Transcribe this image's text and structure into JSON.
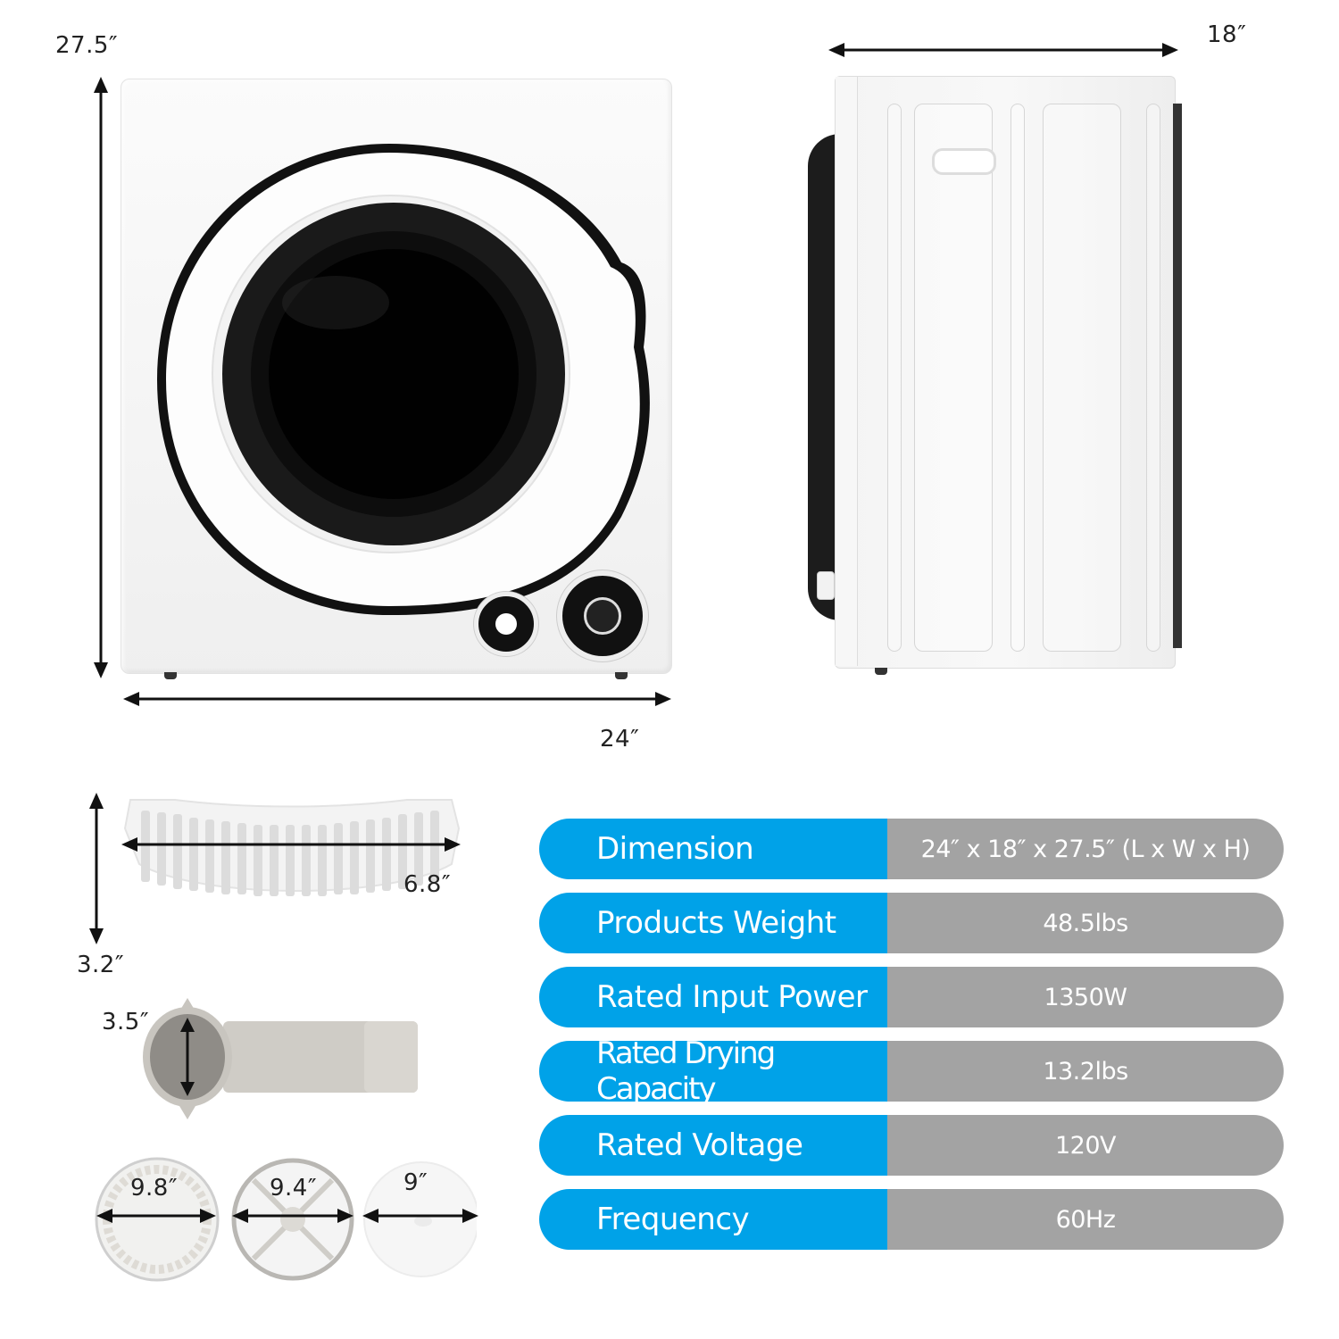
{
  "product": "Compact Electric Clothes Dryer",
  "dimensions_diagram": {
    "height_label": "27.5″",
    "depth_label": "18″",
    "width_label": "24″"
  },
  "accessories": {
    "lint_filter": {
      "width_label": "6.8″",
      "height_label": "3.2″"
    },
    "vent_adapter": {
      "diameter_label": "3.5″"
    },
    "filters": [
      {
        "diameter_label": "9.8″"
      },
      {
        "diameter_label": "9.4″"
      },
      {
        "diameter_label": "9″"
      }
    ]
  },
  "specs": [
    {
      "label": "Dimension",
      "value": "24″ x 18″ x 27.5″ (L x W x H)"
    },
    {
      "label": "Products Weight",
      "value": "48.5lbs"
    },
    {
      "label": "Rated Input Power",
      "value": "1350W"
    },
    {
      "label": "Rated Drying Capacity",
      "value": "13.2lbs"
    },
    {
      "label": "Rated Voltage",
      "value": "120V"
    },
    {
      "label": "Frequency",
      "value": "60Hz"
    }
  ],
  "colors": {
    "label_bg": "#00a2e8",
    "value_bg": "#a3a3a3",
    "text": "#ffffff"
  }
}
